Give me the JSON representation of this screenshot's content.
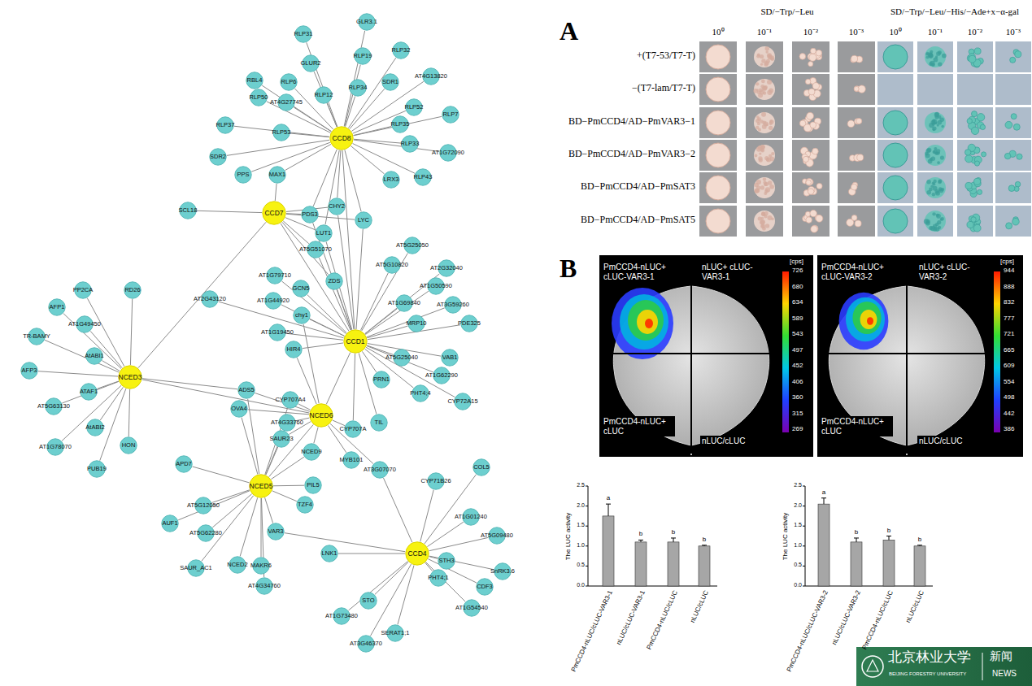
{
  "diagram": {
    "nodes": [
      {
        "text": [
          "CCD8"
        ]
      },
      {
        "text": [
          "RLP31"
        ]
      },
      {
        "text": [
          "GLR3.1"
        ]
      },
      {
        "text": [
          "GLUR2"
        ]
      },
      {
        "text": [
          "RLP19"
        ]
      },
      {
        "text": [
          "RLP32"
        ]
      },
      {
        "text": [
          "RBL4"
        ]
      },
      {
        "text": [
          "RLP6"
        ]
      },
      {
        "text": [
          "RLP34"
        ]
      },
      {
        "text": [
          "SDR1"
        ]
      },
      {
        "text": [
          "AT4G13820"
        ]
      },
      {
        "text": [
          "RLP12"
        ]
      },
      {
        "text": [
          "AT4G27745"
        ]
      },
      {
        "text": [
          "RLP50"
        ]
      },
      {
        "text": [
          "RLP52"
        ]
      },
      {
        "text": [
          "RLP7"
        ]
      },
      {
        "text": [
          "RLP37"
        ]
      },
      {
        "text": [
          "RLP35"
        ]
      },
      {
        "text": [
          "RLP53"
        ]
      },
      {
        "text": [
          "RLP33"
        ]
      },
      {
        "text": [
          "AT1G72090"
        ]
      },
      {
        "text": [
          "SDR2"
        ]
      },
      {
        "text": [
          "PPS"
        ]
      },
      {
        "text": [
          "MAX1"
        ]
      },
      {
        "text": [
          "LRX3"
        ]
      },
      {
        "text": [
          "RLP43"
        ]
      },
      {
        "text": [
          "CCD7"
        ]
      },
      {
        "text": [
          "SCL18"
        ]
      },
      {
        "text": [
          "PDS3"
        ]
      },
      {
        "text": [
          "CHY2"
        ]
      },
      {
        "text": [
          "LYC"
        ]
      },
      {
        "text": [
          "LUT1"
        ]
      },
      {
        "text": [
          "AT5G25050"
        ]
      },
      {
        "text": [
          "AT5G51070"
        ]
      },
      {
        "text": [
          "AT5G10820"
        ]
      },
      {
        "text": [
          "AT2G32040"
        ]
      },
      {
        "text": [
          "ZDS"
        ]
      },
      {
        "text": [
          "AT1G79710"
        ]
      },
      {
        "text": [
          "AT1G50590"
        ]
      },
      {
        "text": [
          "GCN5"
        ]
      },
      {
        "text": [
          "PP2CA"
        ]
      },
      {
        "text": [
          "RD26"
        ]
      },
      {
        "text": [
          "AT1G69840"
        ]
      },
      {
        "text": [
          "AT3G59260"
        ]
      },
      {
        "text": [
          "AT2G43120"
        ]
      },
      {
        "text": [
          "AT1G44920"
        ]
      },
      {
        "text": [
          "AFP1"
        ]
      },
      {
        "text": [
          "chy1"
        ]
      },
      {
        "text": [
          "AT1G49450"
        ]
      },
      {
        "text": [
          "MRP10"
        ]
      },
      {
        "text": [
          "PDE325"
        ]
      },
      {
        "text": [
          "AT1G19450"
        ]
      },
      {
        "text": [
          "TR-BAMY"
        ]
      },
      {
        "text": [
          "CCD1"
        ]
      },
      {
        "text": [
          "HIR4"
        ]
      },
      {
        "text": [
          "AtABI1"
        ]
      },
      {
        "text": [
          "AT5G25040"
        ]
      },
      {
        "text": [
          "VAB1"
        ]
      },
      {
        "text": [
          "AFP3"
        ]
      },
      {
        "text": [
          "AT1G62290"
        ]
      },
      {
        "text": [
          "NCED3"
        ]
      },
      {
        "text": [
          "PRN1"
        ]
      },
      {
        "text": [
          "ADS5"
        ]
      },
      {
        "text": [
          "ATAF1"
        ]
      },
      {
        "text": [
          "PHT4;4"
        ]
      },
      {
        "text": [
          "CYP707A4"
        ]
      },
      {
        "text": [
          "CYP72A15"
        ]
      },
      {
        "text": [
          "OVA4"
        ]
      },
      {
        "text": [
          "AT5G63130"
        ]
      },
      {
        "text": [
          "NCED6"
        ]
      },
      {
        "text": [
          "AT4G33760"
        ]
      },
      {
        "text": [
          "TIL"
        ]
      },
      {
        "text": [
          "AtABI2"
        ]
      },
      {
        "text": [
          "CYP707A"
        ]
      },
      {
        "text": [
          "SAUR23"
        ]
      },
      {
        "text": [
          "HON"
        ]
      },
      {
        "text": [
          "AT1G78070"
        ]
      },
      {
        "text": [
          "NCED9"
        ]
      },
      {
        "text": [
          "MYB101"
        ]
      },
      {
        "text": [
          "APD7"
        ]
      },
      {
        "text": [
          "COL5"
        ]
      },
      {
        "text": [
          "PUB19"
        ]
      },
      {
        "text": [
          "AT3G07070"
        ]
      },
      {
        "text": [
          "CYP71B26"
        ]
      },
      {
        "text": [
          "PIL5"
        ]
      },
      {
        "text": [
          "NCED5"
        ]
      },
      {
        "text": [
          "TZF4"
        ]
      },
      {
        "text": [
          "AT5G12050"
        ]
      },
      {
        "text": [
          "AT1G01240"
        ]
      },
      {
        "text": [
          "AUF1"
        ]
      },
      {
        "text": [
          "VAR3"
        ]
      },
      {
        "text": [
          "AT5G62280"
        ]
      },
      {
        "text": [
          "AT5G09480"
        ]
      },
      {
        "text": [
          "CCD4"
        ]
      },
      {
        "text": [
          "LNK1"
        ]
      },
      {
        "text": [
          "STH3"
        ]
      },
      {
        "text": [
          "NCED2"
        ]
      },
      {
        "text": [
          "MAKR6"
        ]
      },
      {
        "text": [
          "SAUR_AC1"
        ]
      },
      {
        "text": [
          "SnRK3.6"
        ]
      },
      {
        "text": [
          "PHT4;1"
        ]
      },
      {
        "text": [
          "AT4G34760"
        ]
      },
      {
        "text": [
          "CDF3"
        ]
      },
      {
        "text": [
          "STO"
        ]
      },
      {
        "text": [
          "AT1G54540"
        ]
      },
      {
        "text": [
          "AT1G73480"
        ]
      },
      {
        "text": [
          "SERAT1;1"
        ]
      },
      {
        "text": [
          "AT3G46370"
        ]
      }
    ],
    "edges": [
      {
        "from": 0,
        "to": 1,
        "arrow": "none"
      },
      {
        "from": 0,
        "to": 2,
        "arrow": "none"
      },
      {
        "from": 0,
        "to": 3,
        "arrow": "none"
      },
      {
        "from": 0,
        "to": 4,
        "arrow": "none"
      },
      {
        "from": 0,
        "to": 5,
        "arrow": "none"
      },
      {
        "from": 0,
        "to": 6,
        "arrow": "none"
      },
      {
        "from": 0,
        "to": 7,
        "arrow": "none"
      },
      {
        "from": 0,
        "to": 8,
        "arrow": "none"
      },
      {
        "from": 0,
        "to": 9,
        "arrow": "none"
      },
      {
        "from": 0,
        "to": 10,
        "arrow": "none"
      },
      {
        "from": 0,
        "to": 11,
        "arrow": "none"
      },
      {
        "from": 0,
        "to": 12,
        "arrow": "none"
      },
      {
        "from": 0,
        "to": 13,
        "arrow": "none"
      },
      {
        "from": 0,
        "to": 14,
        "arrow": "none"
      },
      {
        "from": 0,
        "to": 15,
        "arrow": "none"
      },
      {
        "from": 0,
        "to": 16,
        "arrow": "none"
      },
      {
        "from": 0,
        "to": 17,
        "arrow": "none"
      },
      {
        "from": 0,
        "to": 18,
        "arrow": "none"
      },
      {
        "from": 0,
        "to": 19,
        "arrow": "none"
      },
      {
        "from": 0,
        "to": 20,
        "arrow": "none"
      },
      {
        "from": 0,
        "to": 21,
        "arrow": "none"
      },
      {
        "from": 0,
        "to": 22,
        "arrow": "none"
      },
      {
        "from": 0,
        "to": 23,
        "arrow": "none"
      },
      {
        "from": 0,
        "to": 24,
        "arrow": "none"
      },
      {
        "from": 0,
        "to": 25,
        "arrow": "none"
      },
      {
        "from": 0,
        "to": 28,
        "arrow": "none"
      },
      {
        "from": 0,
        "to": 29,
        "arrow": "none"
      },
      {
        "from": 0,
        "to": 30,
        "arrow": "none"
      },
      {
        "from": 0,
        "to": 31,
        "arrow": "none"
      },
      {
        "from": 0,
        "to": 53,
        "arrow": "none"
      },
      {
        "from": 26,
        "to": 27,
        "arrow": "none"
      },
      {
        "from": 26,
        "to": 23,
        "arrow": "none"
      },
      {
        "from": 26,
        "to": 28,
        "arrow": "none"
      },
      {
        "from": 26,
        "to": 29,
        "arrow": "none"
      },
      {
        "from": 26,
        "to": 30,
        "arrow": "none"
      },
      {
        "from": 26,
        "to": 31,
        "arrow": "none"
      },
      {
        "from": 26,
        "to": 33,
        "arrow": "none"
      },
      {
        "from": 26,
        "to": 36,
        "arrow": "none"
      },
      {
        "from": 26,
        "to": 60,
        "arrow": "none"
      },
      {
        "from": 26,
        "to": 53,
        "arrow": "none"
      },
      {
        "from": 53,
        "to": 28,
        "arrow": "none"
      },
      {
        "from": 53,
        "to": 29,
        "arrow": "none"
      },
      {
        "from": 53,
        "to": 30,
        "arrow": "none"
      },
      {
        "from": 53,
        "to": 31,
        "arrow": "none"
      },
      {
        "from": 53,
        "to": 32,
        "arrow": "none"
      },
      {
        "from": 53,
        "to": 33,
        "arrow": "none"
      },
      {
        "from": 53,
        "to": 34,
        "arrow": "none"
      },
      {
        "from": 53,
        "to": 35,
        "arrow": "none"
      },
      {
        "from": 53,
        "to": 36,
        "arrow": "none"
      },
      {
        "from": 53,
        "to": 37,
        "arrow": "none"
      },
      {
        "from": 53,
        "to": 38,
        "arrow": "none"
      },
      {
        "from": 53,
        "to": 39,
        "arrow": "none"
      },
      {
        "from": 53,
        "to": 42,
        "arrow": "none"
      },
      {
        "from": 53,
        "to": 43,
        "arrow": "none"
      },
      {
        "from": 53,
        "to": 44,
        "arrow": "none"
      },
      {
        "from": 53,
        "to": 45,
        "arrow": "none"
      },
      {
        "from": 53,
        "to": 47,
        "arrow": "none"
      },
      {
        "from": 53,
        "to": 49,
        "arrow": "none"
      },
      {
        "from": 53,
        "to": 50,
        "arrow": "none"
      },
      {
        "from": 53,
        "to": 51,
        "arrow": "none"
      },
      {
        "from": 53,
        "to": 54,
        "arrow": "none"
      },
      {
        "from": 53,
        "to": 56,
        "arrow": "none"
      },
      {
        "from": 53,
        "to": 57,
        "arrow": "none"
      },
      {
        "from": 53,
        "to": 59,
        "arrow": "none"
      },
      {
        "from": 53,
        "to": 61,
        "arrow": "none"
      },
      {
        "from": 53,
        "to": 64,
        "arrow": "none"
      },
      {
        "from": 53,
        "to": 66,
        "arrow": "none"
      },
      {
        "from": 53,
        "to": 71,
        "arrow": "none"
      },
      {
        "from": 53,
        "to": 73,
        "arrow": "none"
      },
      {
        "from": 53,
        "to": 69,
        "arrow": "none"
      },
      {
        "from": 60,
        "to": 40,
        "arrow": "none"
      },
      {
        "from": 60,
        "to": 41,
        "arrow": "none"
      },
      {
        "from": 60,
        "to": 46,
        "arrow": "none"
      },
      {
        "from": 60,
        "to": 48,
        "arrow": "none"
      },
      {
        "from": 60,
        "to": 52,
        "arrow": "none"
      },
      {
        "from": 60,
        "to": 55,
        "arrow": "none"
      },
      {
        "from": 60,
        "to": 58,
        "arrow": "none"
      },
      {
        "from": 60,
        "to": 63,
        "arrow": "none"
      },
      {
        "from": 60,
        "to": 68,
        "arrow": "none"
      },
      {
        "from": 60,
        "to": 72,
        "arrow": "none"
      },
      {
        "from": 60,
        "to": 75,
        "arrow": "none"
      },
      {
        "from": 60,
        "to": 76,
        "arrow": "none"
      },
      {
        "from": 60,
        "to": 81,
        "arrow": "none"
      },
      {
        "from": 60,
        "to": 62,
        "arrow": "none"
      },
      {
        "from": 60,
        "to": 69,
        "arrow": "none"
      },
      {
        "from": 69,
        "to": 62,
        "arrow": "none"
      },
      {
        "from": 69,
        "to": 65,
        "arrow": "none"
      },
      {
        "from": 69,
        "to": 67,
        "arrow": "none"
      },
      {
        "from": 69,
        "to": 70,
        "arrow": "none"
      },
      {
        "from": 69,
        "to": 74,
        "arrow": "none"
      },
      {
        "from": 69,
        "to": 77,
        "arrow": "none"
      },
      {
        "from": 69,
        "to": 78,
        "arrow": "none"
      },
      {
        "from": 69,
        "to": 73,
        "arrow": "none"
      },
      {
        "from": 69,
        "to": 54,
        "arrow": "none"
      },
      {
        "from": 69,
        "to": 47,
        "arrow": "none"
      },
      {
        "from": 69,
        "to": 85,
        "arrow": "none"
      },
      {
        "from": 69,
        "to": 82,
        "arrow": "none"
      },
      {
        "from": 85,
        "to": 62,
        "arrow": "none"
      },
      {
        "from": 85,
        "to": 65,
        "arrow": "none"
      },
      {
        "from": 85,
        "to": 67,
        "arrow": "none"
      },
      {
        "from": 85,
        "to": 70,
        "arrow": "none"
      },
      {
        "from": 85,
        "to": 74,
        "arrow": "none"
      },
      {
        "from": 85,
        "to": 77,
        "arrow": "none"
      },
      {
        "from": 85,
        "to": 84,
        "arrow": "none"
      },
      {
        "from": 85,
        "to": 86,
        "arrow": "none"
      },
      {
        "from": 85,
        "to": 79,
        "arrow": "none"
      },
      {
        "from": 85,
        "to": 87,
        "arrow": "none"
      },
      {
        "from": 85,
        "to": 89,
        "arrow": "none"
      },
      {
        "from": 85,
        "to": 91,
        "arrow": "none"
      },
      {
        "from": 85,
        "to": 90,
        "arrow": "none"
      },
      {
        "from": 85,
        "to": 96,
        "arrow": "none"
      },
      {
        "from": 85,
        "to": 97,
        "arrow": "none"
      },
      {
        "from": 85,
        "to": 98,
        "arrow": "none"
      },
      {
        "from": 85,
        "to": 101,
        "arrow": "none"
      },
      {
        "from": 93,
        "to": 83,
        "arrow": "none"
      },
      {
        "from": 93,
        "to": 80,
        "arrow": "none"
      },
      {
        "from": 93,
        "to": 88,
        "arrow": "none"
      },
      {
        "from": 93,
        "to": 92,
        "arrow": "none"
      },
      {
        "from": 93,
        "to": 95,
        "arrow": "none"
      },
      {
        "from": 93,
        "to": 99,
        "arrow": "none"
      },
      {
        "from": 93,
        "to": 102,
        "arrow": "none"
      },
      {
        "from": 93,
        "to": 100,
        "arrow": "none"
      },
      {
        "from": 93,
        "to": 104,
        "arrow": "none"
      },
      {
        "from": 93,
        "to": 106,
        "arrow": "none"
      },
      {
        "from": 93,
        "to": 107,
        "arrow": "none"
      },
      {
        "from": 93,
        "to": 105,
        "arrow": "none"
      },
      {
        "from": 93,
        "to": 103,
        "arrow": "none"
      },
      {
        "from": 93,
        "to": 94,
        "arrow": "none"
      },
      {
        "from": 93,
        "to": 90,
        "arrow": "none"
      },
      {
        "from": 93,
        "to": 82,
        "arrow": "none"
      }
    ],
    "labels": [
      "A",
      "SD/−Trp/−Leu",
      "SD/−Trp/−Leu/−His/−Ade+x−α-gal",
      "10⁰",
      "10⁻¹",
      "10⁻²",
      "10⁻³",
      "10⁰",
      "10⁻¹",
      "10⁻²",
      "10⁻³",
      "+(T7-53/T7-T)",
      "−(T7-lam/T7-T)",
      "BD−PmCCD4/AD−PmVAR3−1",
      "BD−PmCCD4/AD−PmVAR3−2",
      "BD−PmCCD4/AD−PmSAT3",
      "BD−PmCCD4/AD−PmSAT5",
      "B",
      "PmCCD4-nLUC+ cLUC-VAR3-1",
      "nLUC+ cLUC-VAR3-1",
      "PmCCD4-nLUC+ cLUC",
      "nLUC/cLUC",
      "[cps]",
      "726",
      "680",
      "634",
      "589",
      "543",
      "497",
      "452",
      "406",
      "360",
      "315",
      "269",
      "PmCCD4-nLUC+ cLUC-VAR3-2",
      "nLUC+ cLUC-VAR3-2",
      "PmCCD4-nLUC+ cLUC",
      "nLUC/cLUC",
      "[cps]",
      "944",
      "888",
      "832",
      "777",
      "721",
      "665",
      "609",
      "554",
      "498",
      "442",
      "386",
      "The LUC activity",
      "2.5",
      "2.0",
      "1.5",
      "1.0",
      "0.5",
      "0.0",
      "a",
      "b",
      "b",
      "b",
      "PmCCD4-nLUC/cLUC-VAR3-1",
      "nLUC/cLUC-VAR3-1",
      "PmCCD4-nLUC/cLUC",
      "nLUC/cLUC",
      "The LUC activity",
      "2.5",
      "2.0",
      "1.5",
      "1.0",
      "0.5",
      "0.0",
      "a",
      "b",
      "b",
      "b",
      "PmCCD4-nLUC/cLUC-VAR3-2",
      "nLUC/cLUC-VAR3-2",
      "PmCCD4-nLUC/cLUC",
      "nLUC/cLUC",
      "北京林业大学",
      "BEIJING FORESTRY UNIVERSITY",
      "新闻",
      "NEWS"
    ]
  }
}
